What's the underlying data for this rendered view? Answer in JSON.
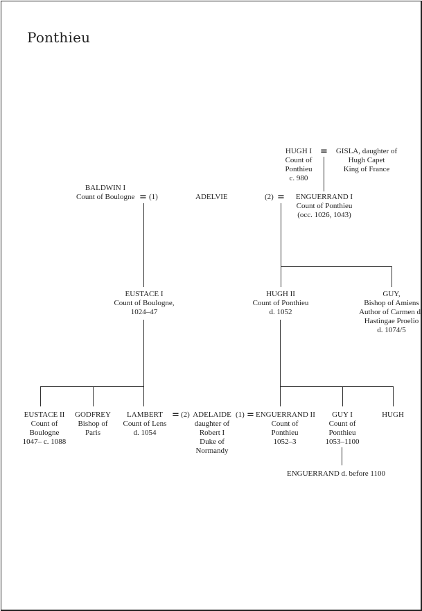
{
  "title": "Ponthieu",
  "persons": {
    "hugh1": {
      "name": "HUGH I",
      "lines": [
        "Count of",
        "Ponthieu",
        "c. 980"
      ]
    },
    "gisla": {
      "name": "GISLA, daughter of",
      "lines": [
        "Hugh Capet",
        "King of France"
      ]
    },
    "baldwin1": {
      "name": "BALDWIN I",
      "lines": [
        "Count of Boulogne"
      ]
    },
    "adelvie": {
      "name": "ADELVIE",
      "lines": []
    },
    "enguerrand1": {
      "name": "ENGUERRAND I",
      "lines": [
        "Count of Ponthieu",
        "(occ. 1026, 1043)"
      ]
    },
    "eustace1": {
      "name": "EUSTACE I",
      "lines": [
        "Count of Boulogne,",
        "1024–47"
      ]
    },
    "hugh2": {
      "name": "HUGH II",
      "lines": [
        "Count of Ponthieu",
        "d. 1052"
      ]
    },
    "guy": {
      "name": "GUY,",
      "lines": [
        "Bishop of Amiens",
        "Author of Carmen de",
        "Hastingae Proelio",
        "d. 1074/5"
      ]
    },
    "eustace2": {
      "name": "EUSTACE II",
      "lines": [
        "Count of",
        "Boulogne",
        "1047– c. 1088"
      ]
    },
    "godfrey": {
      "name": "GODFREY",
      "lines": [
        "Bishop of",
        "Paris"
      ]
    },
    "lambert": {
      "name": "LAMBERT",
      "lines": [
        "Count of Lens",
        "d. 1054"
      ]
    },
    "adelaide": {
      "name": "ADELAIDE",
      "lines": [
        "daughter of",
        "Robert I",
        "Duke of",
        "Normandy"
      ]
    },
    "enguerrand2": {
      "name": "ENGUERRAND II",
      "lines": [
        "Count of",
        "Ponthieu",
        "1052–3"
      ]
    },
    "guy1": {
      "name": "GUY I",
      "lines": [
        "Count of",
        "Ponthieu",
        "1053–1100"
      ]
    },
    "hugh": {
      "name": "HUGH",
      "lines": []
    },
    "enguerrand": {
      "name": "ENGUERRAND d. before 1100",
      "lines": []
    }
  },
  "marriages": {
    "symbol": "=",
    "baldwin_adelvie_order": "(1)",
    "adelvie_enguerrand_order": "(2)",
    "lambert_adelaide_order": "(2)",
    "adelaide_enguerrand2_order": "(1)"
  }
}
